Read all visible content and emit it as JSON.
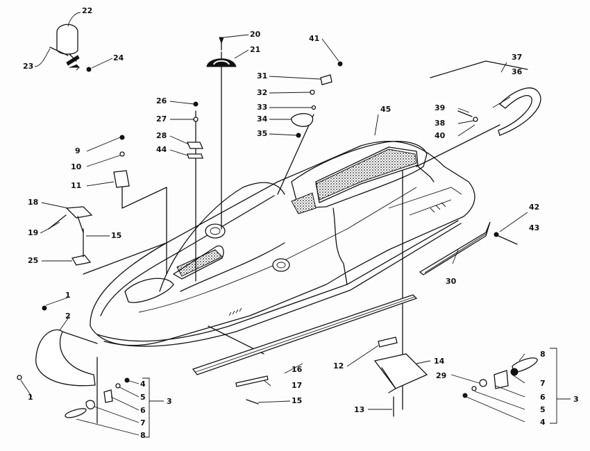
{
  "diagram": {
    "labels": [
      {
        "id": "22",
        "text": "22"
      },
      {
        "id": "23",
        "text": "23"
      },
      {
        "id": "24",
        "text": "24"
      },
      {
        "id": "20",
        "text": "20"
      },
      {
        "id": "21",
        "text": "21"
      },
      {
        "id": "41",
        "text": "41"
      },
      {
        "id": "31",
        "text": "31"
      },
      {
        "id": "32",
        "text": "32"
      },
      {
        "id": "33",
        "text": "33"
      },
      {
        "id": "34",
        "text": "34"
      },
      {
        "id": "35",
        "text": "35"
      },
      {
        "id": "37",
        "text": "37"
      },
      {
        "id": "36",
        "text": "36"
      },
      {
        "id": "39",
        "text": "39"
      },
      {
        "id": "38",
        "text": "38"
      },
      {
        "id": "40",
        "text": "40"
      },
      {
        "id": "45",
        "text": "45"
      },
      {
        "id": "26",
        "text": "26"
      },
      {
        "id": "27",
        "text": "27"
      },
      {
        "id": "28",
        "text": "28"
      },
      {
        "id": "44",
        "text": "44"
      },
      {
        "id": "9",
        "text": "9"
      },
      {
        "id": "10",
        "text": "10"
      },
      {
        "id": "11",
        "text": "11"
      },
      {
        "id": "18",
        "text": "18"
      },
      {
        "id": "19",
        "text": "19"
      },
      {
        "id": "15a",
        "text": "15"
      },
      {
        "id": "25",
        "text": "25"
      },
      {
        "id": "42",
        "text": "42"
      },
      {
        "id": "43",
        "text": "43"
      },
      {
        "id": "30",
        "text": "30"
      },
      {
        "id": "1a",
        "text": "1"
      },
      {
        "id": "2",
        "text": "2"
      },
      {
        "id": "1b",
        "text": "1"
      },
      {
        "id": "16",
        "text": "16"
      },
      {
        "id": "12",
        "text": "12"
      },
      {
        "id": "14",
        "text": "14"
      },
      {
        "id": "17",
        "text": "17"
      },
      {
        "id": "15b",
        "text": "15"
      },
      {
        "id": "13",
        "text": "13"
      },
      {
        "id": "29",
        "text": "29"
      },
      {
        "id": "4a",
        "text": "4"
      },
      {
        "id": "5a",
        "text": "5"
      },
      {
        "id": "6a",
        "text": "6"
      },
      {
        "id": "7a",
        "text": "7"
      },
      {
        "id": "8a",
        "text": "8"
      },
      {
        "id": "3a",
        "text": "3"
      },
      {
        "id": "8b",
        "text": "8"
      },
      {
        "id": "7b",
        "text": "7"
      },
      {
        "id": "6b",
        "text": "6"
      },
      {
        "id": "5b",
        "text": "5"
      },
      {
        "id": "4b",
        "text": "4"
      },
      {
        "id": "3b",
        "text": "3"
      }
    ]
  }
}
